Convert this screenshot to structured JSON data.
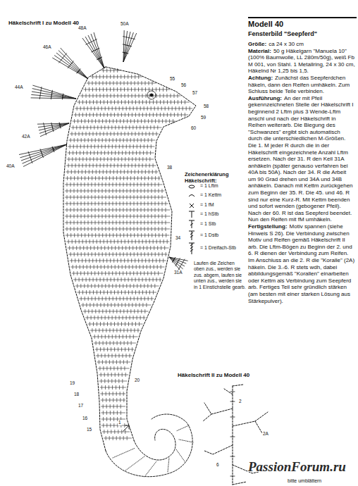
{
  "diagram": {
    "title": "Modell 40",
    "labels": [
      "Häkelschrift I zu Modell 40",
      "Fensterbild \"Seepferd\"",
      "Größe:",
      "ca 24 x 30 cm",
      "Material:",
      "50 g Häkelgarn \"Manuela 10\" (100% Baumwolle, LL 280m/50g), weiß Fb M 001, von Stahl. 1 Metallring, 24 x 30 cm, Häkelnd Nr 1,25 bis 1,5.",
      "Achtung:",
      "Zunächst das Seepferdchen häkeln, dann den Reifen umhäkeln. Zum Schluss beide Teile verbinden.",
      "Ausführung:",
      "An der mit Pfeil gekennzeichneten Stelle der Häkelschrift I beginnend 2 Lftm plus 3 Wende-Lftm anschl und nach der Häkelschrift in Reihen weiterarb. Die Biegung des \"Schwanzes\" ergibt sich automatisch durch die unterschiedlichen M-Größen. Die 1. M jeder R durch die in der Häkelschrift eingezeichnete Anzahl Lftm ersetzen. Nach der 31. R den Keil 31A anhäkeln (später genauso verfahren bei 40A bis 50A). Nach der 34. R die Arbeit um 90 Grad drehen und 34A und 34B anhäkeln. Danach mit Kettm zurückgehen zum Beginn der 35. R. Die 45. und 46. R sind nur eine Kurz-R. Mit Kettm beenden und sofort wenden (gebogener Pfeil).",
      "Nach der 60. R ist das Seepferd beendet. Nun den Reifen mit fM umhäkeln.",
      "Fertigstellung:",
      "Motiv spannen (siehe Hinweis S 26). Die Verbindung zwischen Motiv und Reifen gemäß Häkelschrift II arb. Die Lftm-Bögen zu Beginn der 2. und 6. R dienen der Verbindung zum Reifen. Im Anschluss an die 2. R die \"Koralle\" (2A) häkeln. Die 3.-6. R stets wdh, dabei abbildungsgemäß \"Korallen\" einarbeiten oder Kettm als Verbindung zum Seepferd arb. Fertiges Teil sehr gründlich stärken (am besten mit einer starken Lösung aus Stärkepulver).",
      "Zeichenerklärung",
      "Häkelschrift:",
      "Laufen die Zeichen oben zus., werden sie zus. abgem, laufen sie unten zus., werden sie in 1 Einstichstelle gearb.",
      "Häkelschrift II zu Modell 40",
      "bitte umblättern",
      "PassionForum.ru",
      "50A",
      "48A",
      "46A",
      "44A",
      "42A",
      "40A",
      "55",
      "56",
      "57",
      "58",
      "59",
      "60",
      "38",
      "34",
      "31A",
      "20",
      "19",
      "18",
      "17",
      "16",
      "15",
      "1",
      "2",
      "2A",
      "6"
    ],
    "legend": [
      {
        "text": "= 1 Lftm"
      },
      {
        "text": "= 1 Kettm"
      },
      {
        "text": "= 1 fM"
      },
      {
        "text": "= 1 hStb"
      },
      {
        "text": "= 1 Stb"
      },
      {
        "text": "= 1 Dstb"
      },
      {
        "text": "= 1 Dreifach-Stb"
      }
    ]
  }
}
